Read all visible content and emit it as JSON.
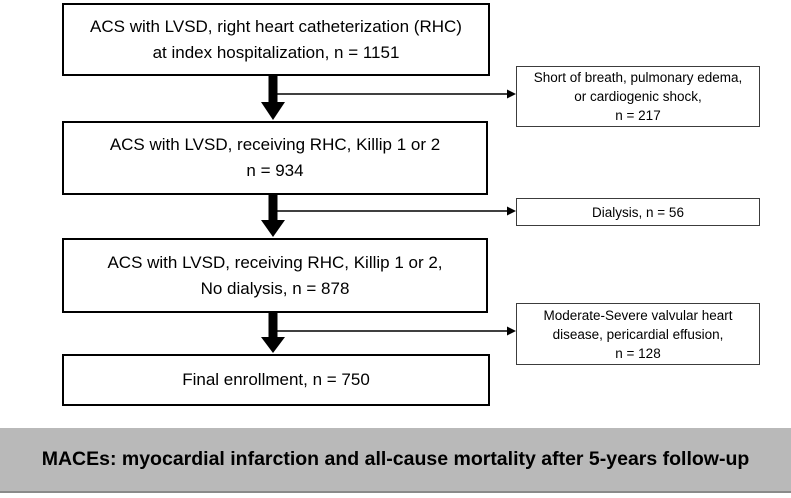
{
  "figure": {
    "main_boxes": [
      {
        "lines": [
          "ACS with LVSD, right heart catheterization (RHC)",
          "at index hospitalization, n = 1151"
        ]
      },
      {
        "lines": [
          "ACS with LVSD, receiving RHC, Killip 1 or 2",
          "n = 934"
        ]
      },
      {
        "lines": [
          "ACS with LVSD, receiving RHC, Killip 1 or 2,",
          "No dialysis, n = 878"
        ]
      },
      {
        "lines": [
          "Final enrollment, n = 750"
        ]
      }
    ],
    "exclusion_boxes": [
      {
        "lines": [
          "Short of breath, pulmonary edema,",
          "or cardiogenic shock,",
          "n = 217"
        ]
      },
      {
        "lines": [
          "Dialysis, n = 56"
        ]
      },
      {
        "lines": [
          "Moderate-Severe valvular heart",
          "disease, pericardial effusion,",
          "n = 128"
        ]
      }
    ],
    "footer_label": "MACEs: myocardial infarction and all-cause mortality after 5-years follow-up",
    "colors": {
      "box_background": "#ffffff",
      "main_box_border": "#000000",
      "exclusion_box_border": "#3c3c3c",
      "arrow": "#000000",
      "footer_background": "#b9b9b9",
      "text": "#000000"
    }
  }
}
